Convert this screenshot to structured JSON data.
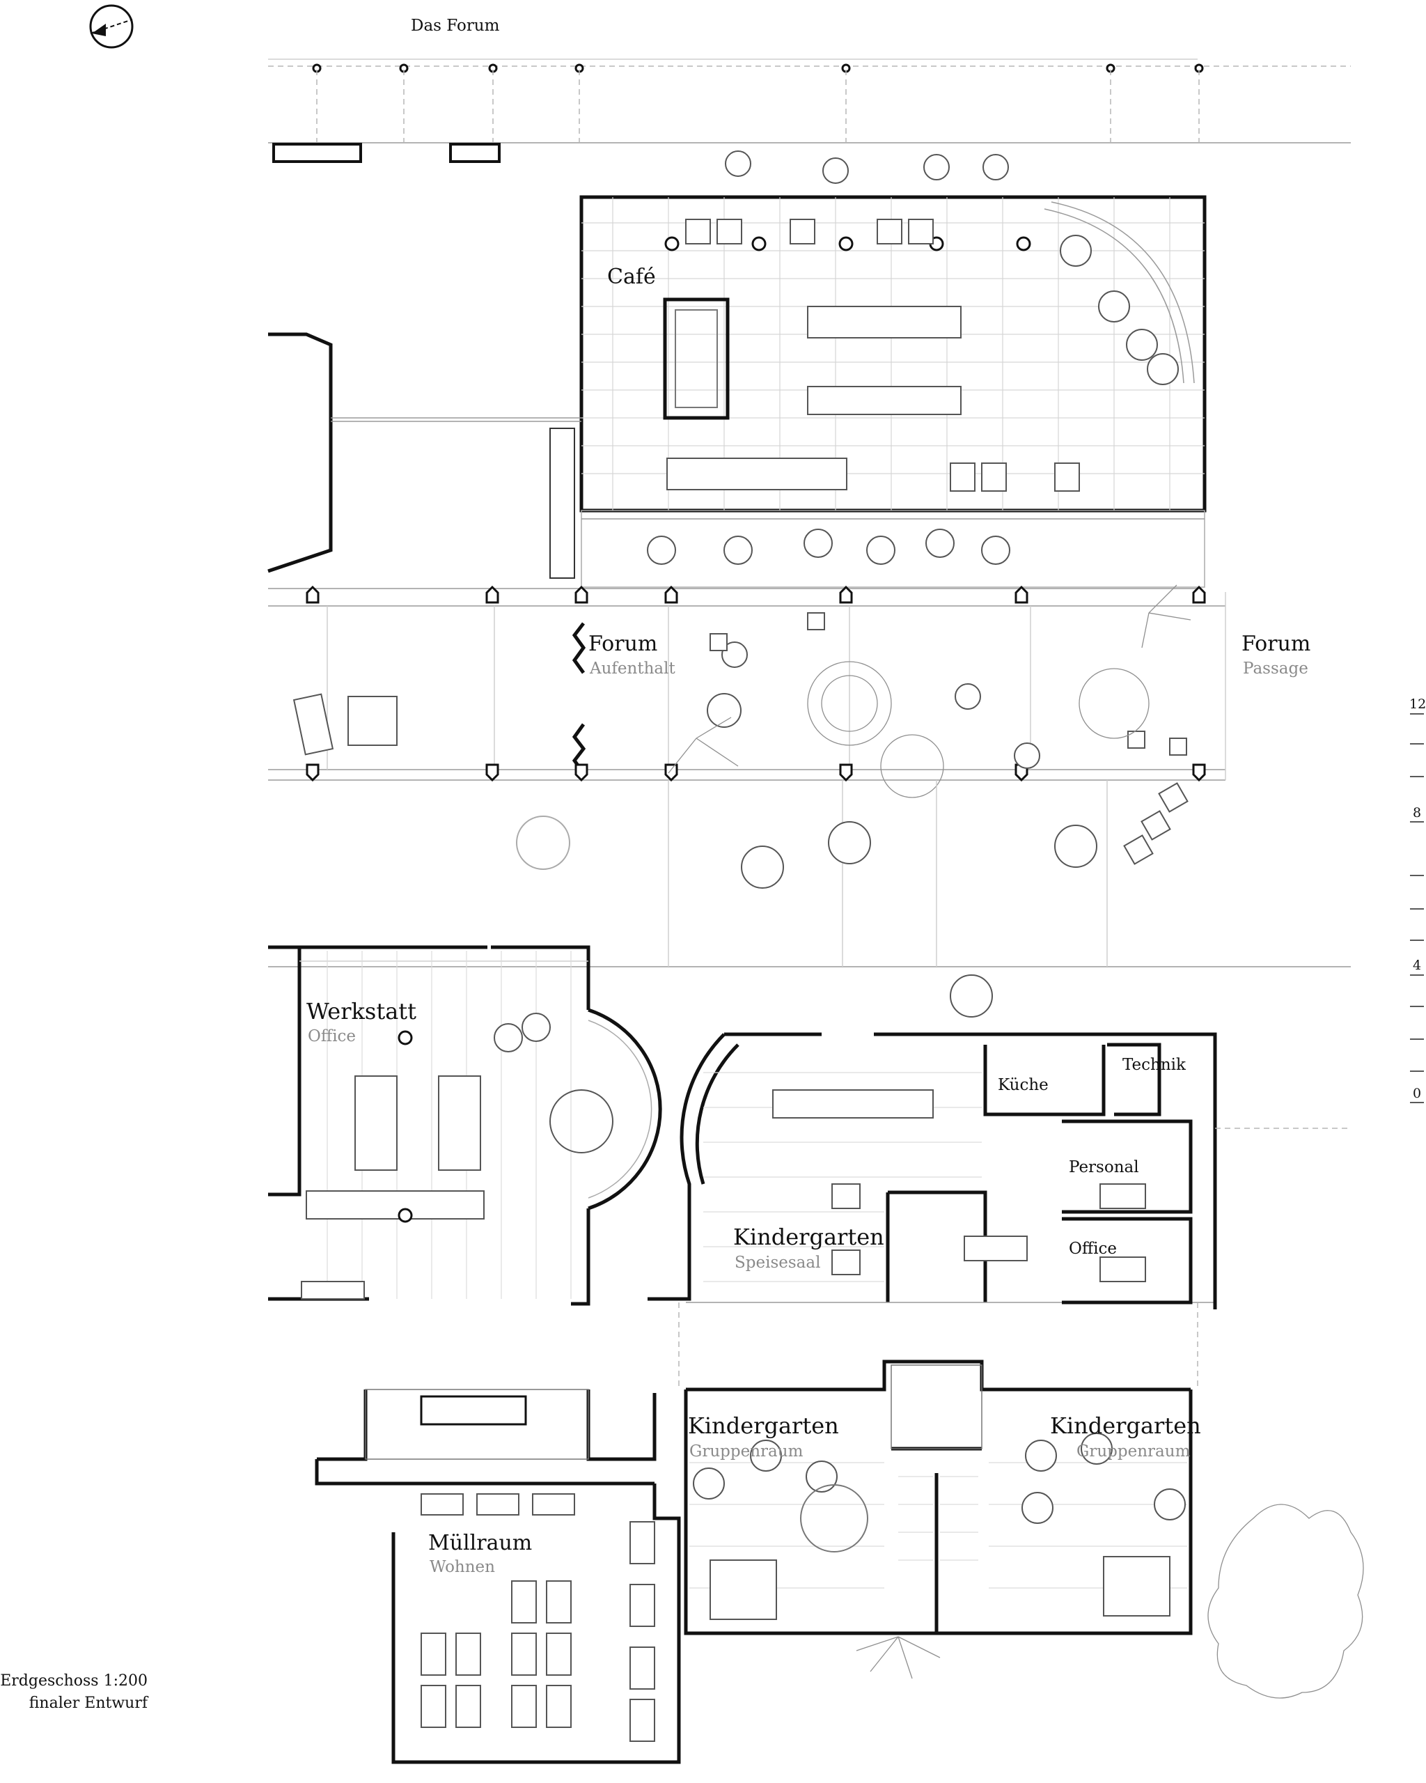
{
  "header": {
    "title": "Das Forum"
  },
  "north_arrow": {
    "icon": "north-arrow-icon"
  },
  "rooms": [
    {
      "id": "cafe",
      "name": "Café",
      "sub": ""
    },
    {
      "id": "forum-aufenthalt",
      "name": "Forum",
      "sub": "Aufenthalt"
    },
    {
      "id": "forum-passage",
      "name": "Forum",
      "sub": "Passage"
    },
    {
      "id": "werkstatt",
      "name": "Werkstatt",
      "sub": "Office"
    },
    {
      "id": "kuche",
      "name": "Küche",
      "sub": ""
    },
    {
      "id": "technik",
      "name": "Technik",
      "sub": ""
    },
    {
      "id": "personal",
      "name": "Personal",
      "sub": ""
    },
    {
      "id": "office",
      "name": "Office",
      "sub": ""
    },
    {
      "id": "kindergarten-speisesaal",
      "name": "Kindergarten",
      "sub": "Speisesaal"
    },
    {
      "id": "kindergarten-gruppenraum-left",
      "name": "Kindergarten",
      "sub": "Gruppenraum"
    },
    {
      "id": "kindergarten-gruppenraum-right",
      "name": "Kindergarten",
      "sub": "Gruppenraum"
    },
    {
      "id": "mullraum",
      "name": "Müllraum",
      "sub": "Wohnen"
    }
  ],
  "scale_bar": {
    "ticks": [
      "12",
      "8",
      "4",
      "0"
    ]
  },
  "caption": {
    "line1": "Erdgeschoss 1:200",
    "line2": "finaler Entwurf"
  },
  "colors": {
    "wall": "#111111",
    "line": "#9a9a9a",
    "grid": "#cfcfcf",
    "label_sub": "#8a8a8a"
  }
}
